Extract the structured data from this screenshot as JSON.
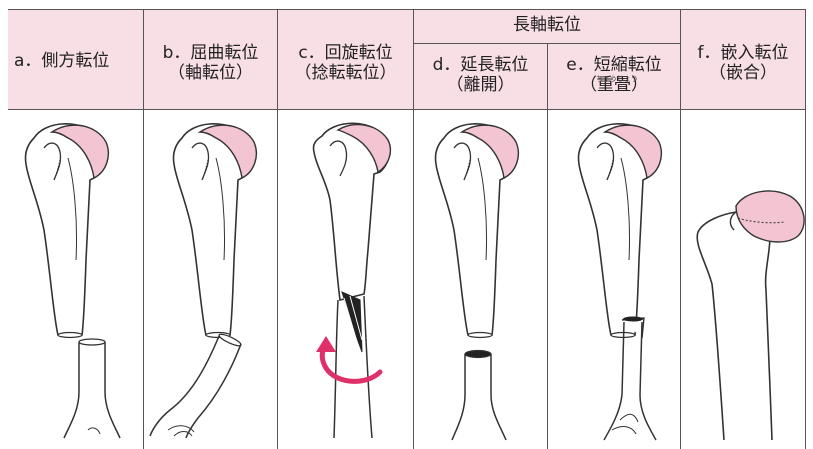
{
  "headers": {
    "group_label": "長軸転位",
    "col_a": {
      "line1": "a．側方転位"
    },
    "col_b": {
      "line1": "b．屈曲転位",
      "line2": "（軸転位）"
    },
    "col_c": {
      "line1": "c．回旋転位",
      "line2": "（捻転転位）"
    },
    "col_d": {
      "line1": "d．延長転位",
      "line2": "（離開）"
    },
    "col_e": {
      "line1": "e．短縮転位",
      "line2": "（重畳）",
      "ruby": "ちょうじょう"
    },
    "col_f": {
      "line1": "f．嵌入転位",
      "line2": "（嵌合）"
    }
  },
  "colors": {
    "header_bg": "#f8dfe6",
    "humeral_head": "#f3c4d2",
    "rotation_arrow": "#e0306a",
    "line": "#333333",
    "grid": "#555555"
  },
  "icons": {
    "rotation": "curved-arrow-icon"
  }
}
